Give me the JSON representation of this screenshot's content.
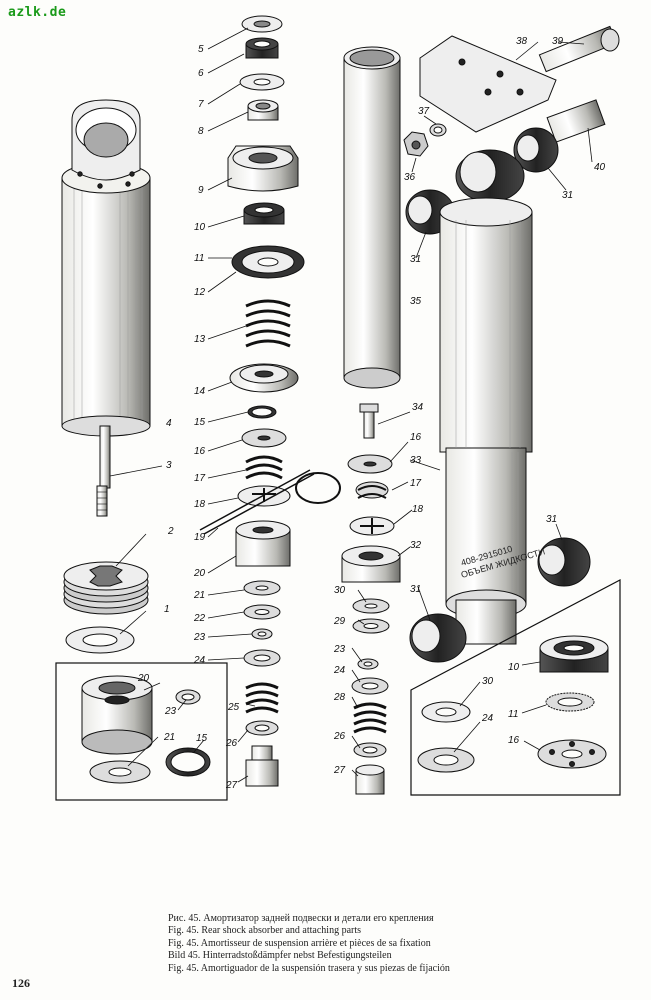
{
  "site_mark": "azlk.de",
  "page_number": "126",
  "figure": {
    "captions": [
      "Рис. 45. Амортизатор задней подвески и детали его крепления",
      "Fig. 45. Rear shock absorber and attaching parts",
      "Fig. 45. Amortisseur de suspension arrière et pièces de sa fixation",
      "Bild 45. Hinterradstoßdämpfer nebst Befestigungsteilen",
      "Fig. 45. Amortiguador de la suspensión trasera y sus piezas de fijación"
    ],
    "body_stamp": [
      "408-2915010",
      "ОБЪЕМ ЖИДКОСТИ"
    ]
  },
  "labels": {
    "l1": "1",
    "l2": "2",
    "l3": "3",
    "l4": "4",
    "l5": "5",
    "l6": "6",
    "l7": "7",
    "l8": "8",
    "l9": "9",
    "l10": "10",
    "l11": "11",
    "l12": "12",
    "l13": "13",
    "l14": "14",
    "l15": "15",
    "l16": "16",
    "l17": "17",
    "l18": "18",
    "l19": "19",
    "l20": "20",
    "l21": "21",
    "l22": "22",
    "l23": "23",
    "l24": "24",
    "l25": "25",
    "l26": "26",
    "l27": "27",
    "l28": "28",
    "l29": "29",
    "l30": "30",
    "l31": "31",
    "l32": "32",
    "l33": "33",
    "l34": "34",
    "l35": "35",
    "l36": "36",
    "l37": "37",
    "l38": "38",
    "l39": "39",
    "l40": "40"
  }
}
